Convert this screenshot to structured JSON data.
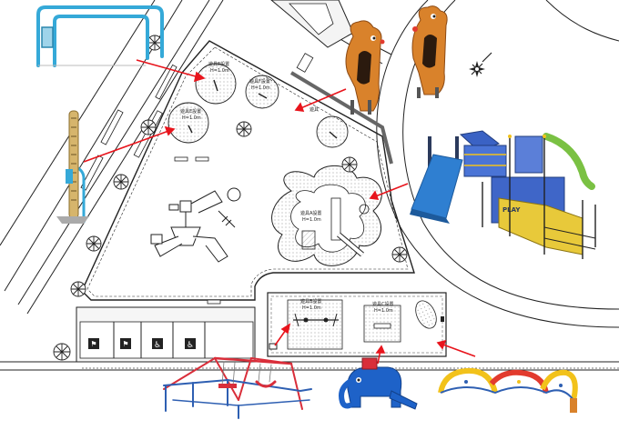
{
  "plan": {
    "equipment_labels": [
      {
        "name": "遊具E設置",
        "height": "H=1.0m"
      },
      {
        "name": "遊具F設置",
        "height": "H=1.0m"
      },
      {
        "name": "遊具E設置",
        "height": "H=1.0m"
      },
      {
        "name": "遊具A設置",
        "height": "H=1.0m"
      },
      {
        "name": "遊具B設置",
        "height": "H=1.0m"
      },
      {
        "name": "遊具C設置",
        "height": "H=1.0m"
      }
    ],
    "side_label": "遊具",
    "slide_sign": "PLAY"
  },
  "colors": {
    "arrow": "#e8141c",
    "line": "#222222",
    "bear": "#d9822b",
    "bear_dark": "#2b1a0e",
    "slide_blue": "#2f7fd1",
    "slide_green": "#7ac143",
    "elephant": "#1e62c8",
    "arch_yellow": "#f2c21b",
    "arch_red": "#e23b2e",
    "swing_red": "#d92e3a",
    "swing_blue": "#2e5fb2",
    "bar_cyan": "#35a9d8"
  },
  "icons": [
    "wheelchair-icon",
    "toilet-icon",
    "compass-icon",
    "tree-icon"
  ]
}
